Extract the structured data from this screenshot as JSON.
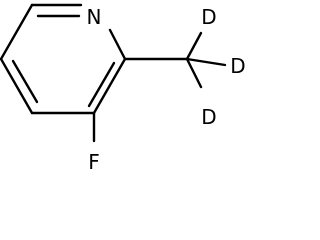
{
  "molecule": {
    "atoms": {
      "nitrogen": "N",
      "fluorine": "F",
      "deuterium_top": "D",
      "deuterium_right": "D",
      "deuterium_bottom": "D"
    },
    "colors": {
      "bond": "#000000",
      "label": "#000000",
      "background": "#ffffff"
    }
  }
}
